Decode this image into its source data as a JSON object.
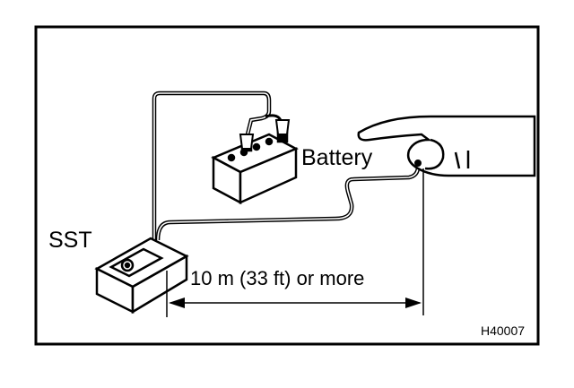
{
  "labels": {
    "battery": "Battery",
    "sst": "SST",
    "distance": "10 m (33 ft) or more",
    "figure_code": "H40007"
  },
  "colors": {
    "line": "#000000",
    "background": "#ffffff"
  },
  "icons": {
    "battery": "battery-icon",
    "sst": "sst-tester-icon",
    "hand": "hand-icon"
  }
}
